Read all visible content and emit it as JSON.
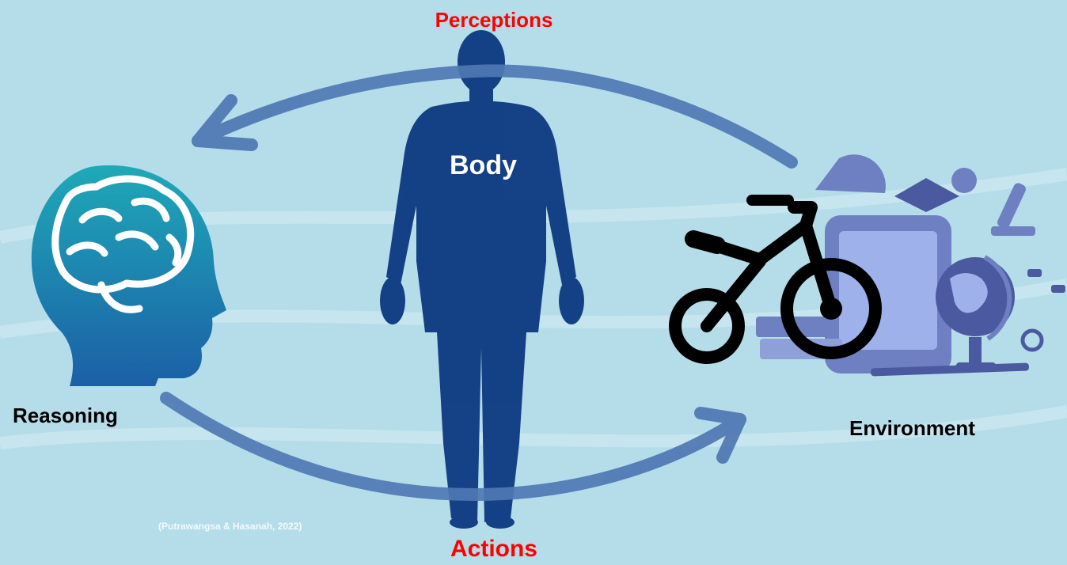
{
  "labels": {
    "perceptions": "Perceptions",
    "body": "Body",
    "reasoning": "Reasoning",
    "environment": "Environment",
    "actions": "Actions",
    "citation": "(Putrawangsa & Hasanah, 2022)"
  },
  "colors": {
    "background": "#b4dde9",
    "arrow": "#4f78b3",
    "body_silhouette": "#0f3c82",
    "head": "#1a8fb5",
    "bicycle": "#000000",
    "environment_icons": "#6f80c2",
    "label_red": "#ff0000"
  },
  "icons": {
    "head": "head-with-brain-icon",
    "body": "human-body-silhouette-icon",
    "bicycle": "bicycle-icon",
    "environment": "education-objects-icon"
  }
}
